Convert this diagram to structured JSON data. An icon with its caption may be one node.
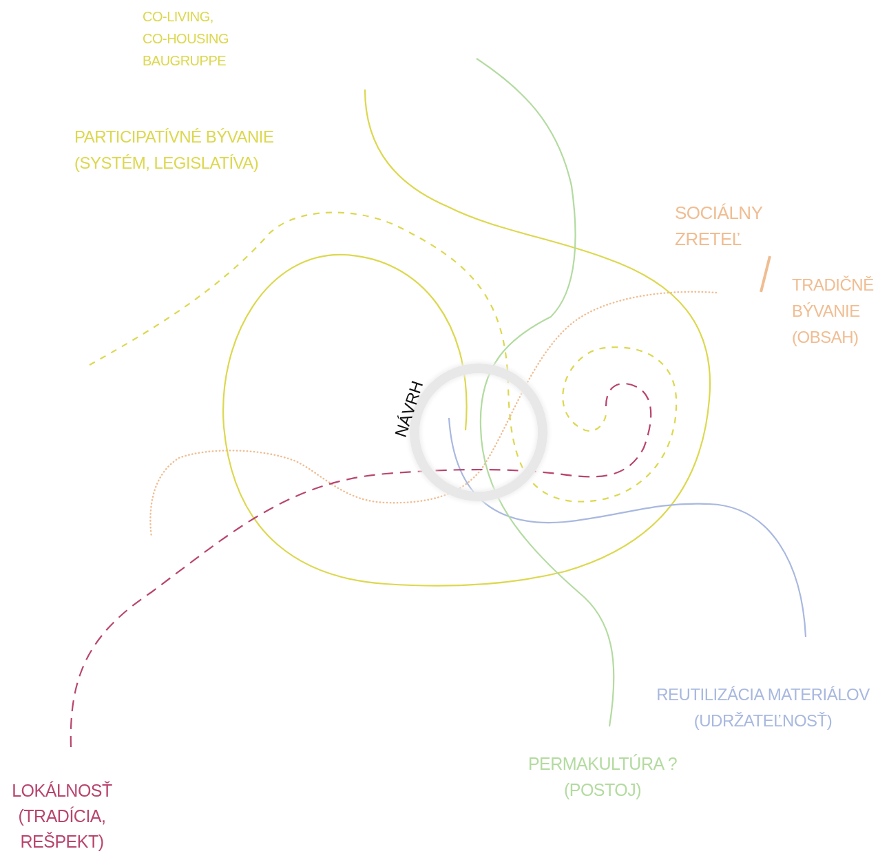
{
  "diagram": {
    "nodes": [
      {
        "text": [
          "CO-LIVING, CO-HOUSING BAUGRUPPE"
        ]
      },
      {
        "text": [
          "PARTICIPATÍVNÉ BÝVANIE (SYSTÉM, LEGISLATÍVA)"
        ]
      },
      {
        "text": [
          "SOCIÁLNY ZRETEĽ"
        ]
      },
      {
        "text": [
          "TRADIČNĚ BÝVANIE (OBSAH)"
        ]
      },
      {
        "text": [
          "REUTILIZÁCIA MATERIÁLOV (UDRŽATEĽNOSŤ)"
        ]
      },
      {
        "text": [
          "PERMAKULTÚRA ? (POSTOJ)"
        ]
      },
      {
        "text": [
          "LOKÁLNOSŤ (TRADÍCIA, REŠPEKT)"
        ]
      },
      {
        "text": [
          "NÁVRH"
        ]
      }
    ]
  }
}
